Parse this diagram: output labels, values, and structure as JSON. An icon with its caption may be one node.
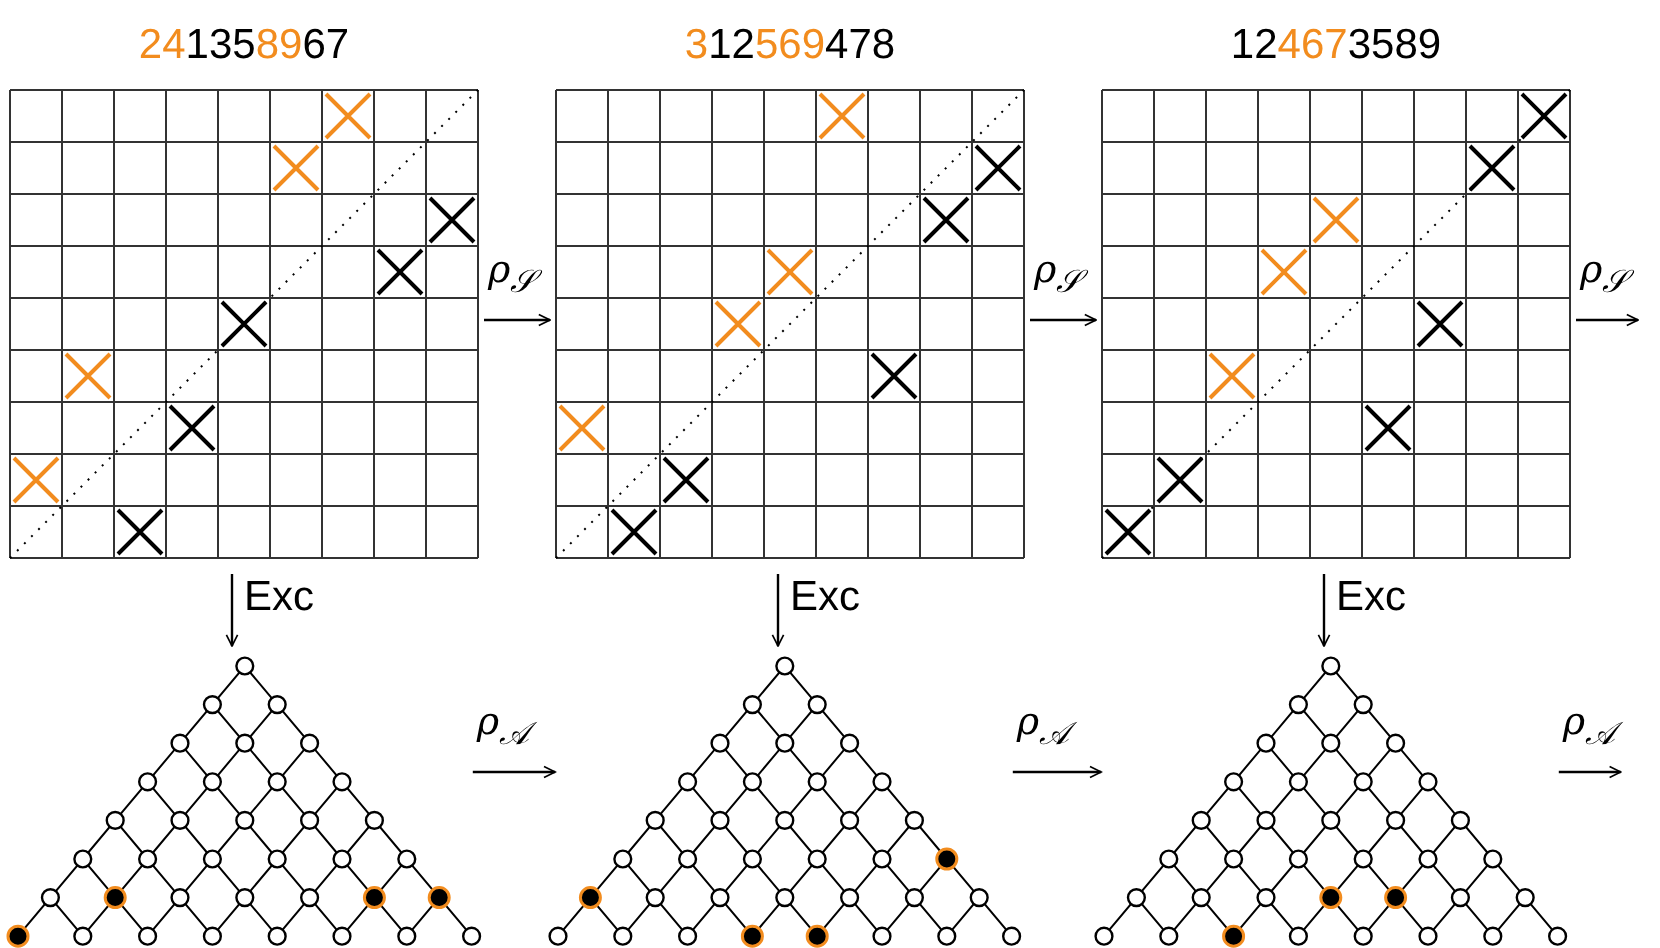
{
  "diagram": {
    "nodes": [
      {
        "text": [
          "241358967"
        ]
      },
      {
        "text": [
          "312569478"
        ]
      },
      {
        "text": [
          "124673589"
        ]
      },
      {
        "text": [],
        "shape": "lattice"
      },
      {
        "text": [],
        "shape": "lattice"
      },
      {
        "text": [],
        "shape": "lattice"
      }
    ],
    "edges": [
      {
        "from": 0,
        "to": 1,
        "arrow": "to",
        "label": "ρ$_{𝒮}$"
      },
      {
        "from": 1,
        "to": 2,
        "arrow": "to",
        "label": "ρ$_{𝒮}$"
      },
      {
        "from": 2,
        "to": null,
        "arrow": "to",
        "label": "ρ$_{𝒮}$"
      },
      {
        "from": 0,
        "to": 3,
        "arrow": "to",
        "label": "Exc"
      },
      {
        "from": 1,
        "to": 4,
        "arrow": "to",
        "label": "Exc"
      },
      {
        "from": 2,
        "to": 5,
        "arrow": "to",
        "label": "Exc"
      },
      {
        "from": 3,
        "to": 4,
        "arrow": "to",
        "label": "ρ$_{𝒜}$"
      },
      {
        "from": 4,
        "to": 5,
        "arrow": "to",
        "label": "ρ$_{𝒜}$"
      },
      {
        "from": 5,
        "to": null,
        "arrow": "to",
        "label": "ρ$_{𝒜}$"
      }
    ]
  }
}
